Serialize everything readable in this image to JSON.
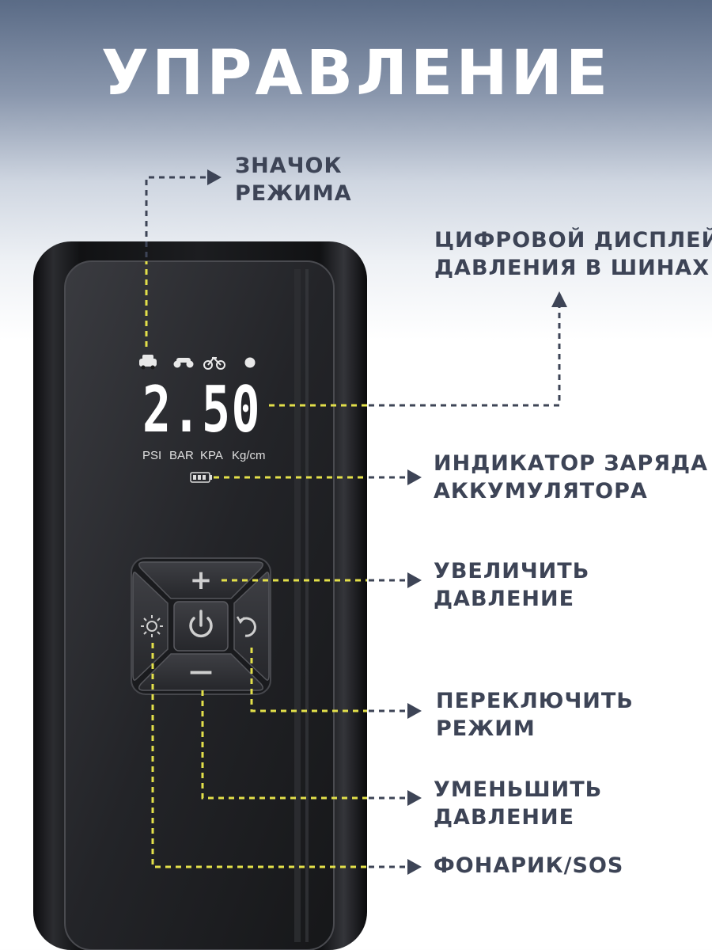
{
  "header": {
    "title": "УПРАВЛЕНИЕ"
  },
  "display": {
    "mode_icons": [
      "car-icon",
      "motorcycle-icon",
      "bicycle-icon",
      "ball-icon"
    ],
    "pressure_value": "2.50",
    "units": [
      "PSI",
      "BAR",
      "KPA",
      "Kg/cm"
    ]
  },
  "buttons": {
    "plus": "+",
    "minus": "—"
  },
  "callouts": {
    "mode_icon": [
      "ЗНАЧОК",
      "РЕЖИМА"
    ],
    "digital_display": [
      "ЦИФРОВОЙ ДИСПЛЕЙ",
      "ДАВЛЕНИЯ В ШИНАХ"
    ],
    "battery_indicator": [
      "ИНДИКАТОР ЗАРЯДА",
      "АККУМУЛЯТОРА"
    ],
    "increase_pressure": [
      "УВЕЛИЧИТЬ",
      "ДАВЛЕНИЕ"
    ],
    "switch_mode": [
      "ПЕРЕКЛЮЧИТЬ",
      "РЕЖИМ"
    ],
    "decrease_pressure": [
      "УМЕНЬШИТЬ",
      "ДАВЛЕНИЕ"
    ],
    "flashlight": [
      "ФОНАРИК/SOS"
    ]
  },
  "colors": {
    "leader_line": "#e3e04a",
    "leader_dashed": "#3d4456",
    "device_body": "#1e1f22",
    "display_text": "#ffffff"
  }
}
